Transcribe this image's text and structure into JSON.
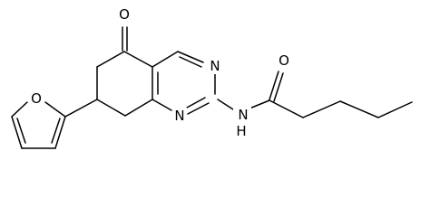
{
  "structure": {
    "atoms": {
      "carbonyl_oxygen": "O",
      "pyrimidine_n_top": "N",
      "pyrimidine_n_bottom": "N",
      "amide_nh": "N",
      "amide_nh_hydrogen": "H",
      "amide_oxygen": "O",
      "furan_oxygen": "O"
    },
    "colors": {
      "bond": "#000000",
      "label": "#000000",
      "background": "#ffffff"
    }
  }
}
